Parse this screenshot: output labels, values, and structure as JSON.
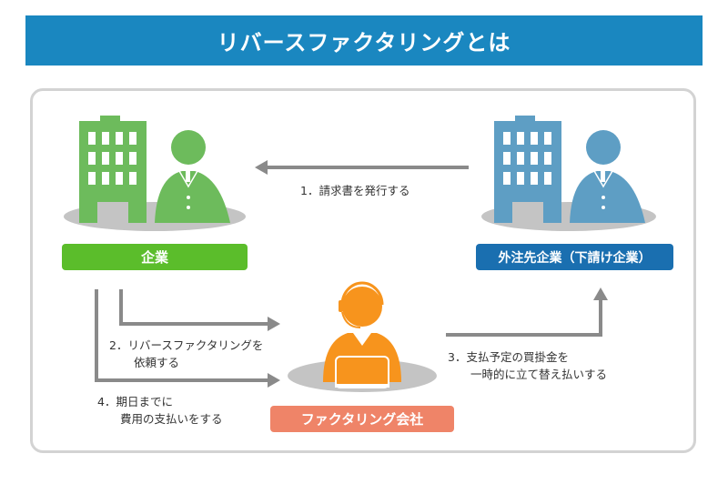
{
  "title": "リバースファクタリングとは",
  "entities": {
    "company": {
      "label": "企業",
      "color": "#5bbd2b"
    },
    "supplier": {
      "label": "外注先企業（下請け企業）",
      "color": "#1a6fb0"
    },
    "factor": {
      "label": "ファクタリング会社",
      "color": "#ef8468"
    }
  },
  "steps": {
    "s1": "1．請求書を発行する",
    "s2_line1": "2．リバースファクタリングを",
    "s2_line2": "依頼する",
    "s3_line1": "3．支払予定の買掛金を",
    "s3_line2": "一時的に立て替え払いする",
    "s4_line1": "4．期日までに",
    "s4_line2": "費用の支払いをする"
  },
  "colors": {
    "title_bar": "#1a87c0",
    "green": "#6dbb5c",
    "blue": "#5e9ec4",
    "orange": "#f7941d",
    "arrow": "#8a8a8a"
  }
}
